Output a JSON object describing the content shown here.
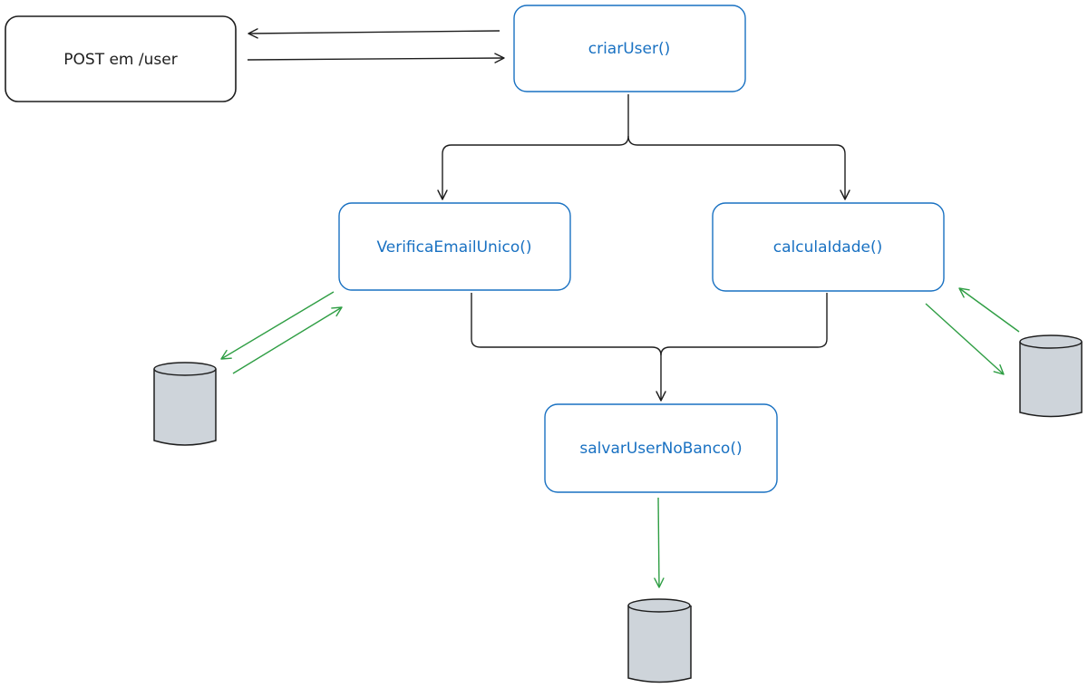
{
  "colors": {
    "background": "#ffffff",
    "black_stroke": "#1e1e1e",
    "blue_stroke": "#1971c2",
    "blue_text": "#1971c2",
    "green_arrow": "#2f9e44",
    "db_fill": "#ced4da",
    "db_stroke": "#1e1e1e"
  },
  "nodes": {
    "post": {
      "label": "POST em /user"
    },
    "criar": {
      "label": "criarUser()"
    },
    "verifica": {
      "label": "VerificaEmailUnico()"
    },
    "calcula": {
      "label": "calculaIdade()"
    },
    "salvar": {
      "label": "salvarUserNoBanco()"
    }
  },
  "icons": {
    "database": "database-cylinder-icon"
  }
}
